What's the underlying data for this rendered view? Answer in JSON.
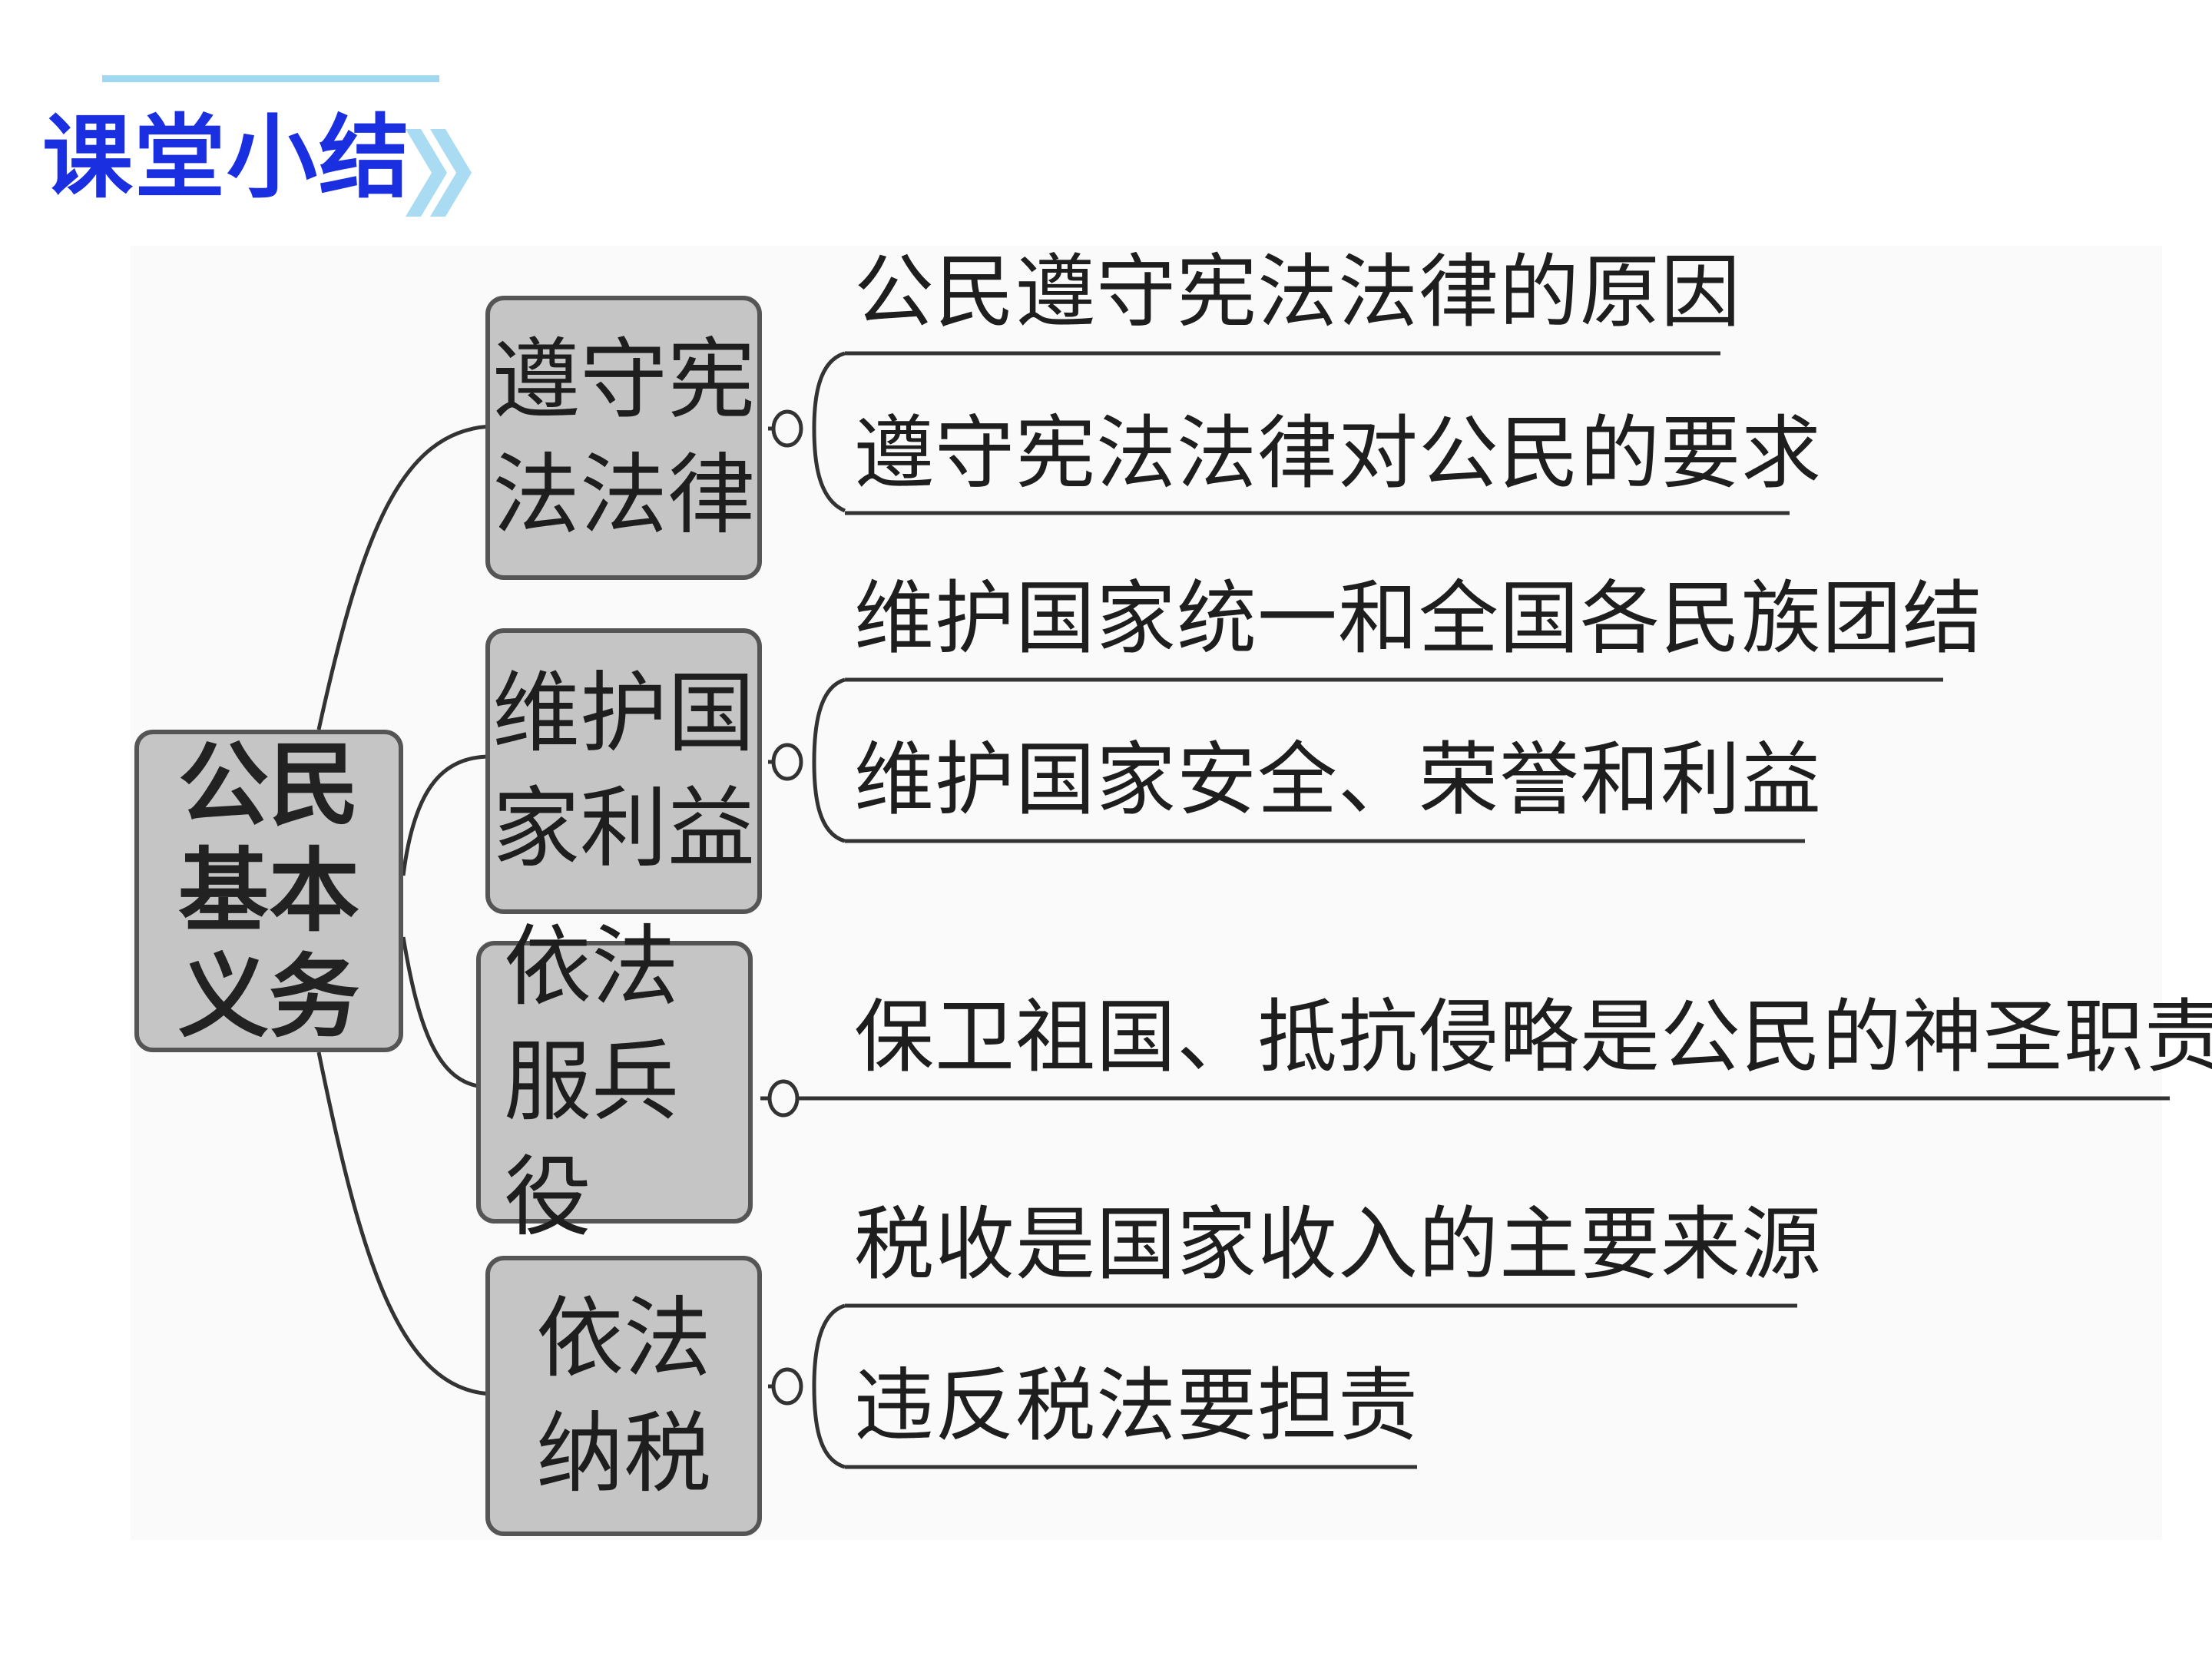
{
  "header": {
    "title": "课堂小结"
  },
  "diagram": {
    "root": {
      "label": "公民基本义务"
    },
    "branches": [
      {
        "label": "遵守宪法法律",
        "items": [
          "公民遵守宪法法律的原因",
          "遵守宪法法律对公民的要求"
        ]
      },
      {
        "label": "维护国家利益",
        "items": [
          "维护国家统一和全国各民族团结",
          "维护国家安全、荣誉和利益"
        ]
      },
      {
        "label": "依法服兵役",
        "items": [
          "保卫祖国、抵抗侵略是公民的神圣职责"
        ]
      },
      {
        "label": "依法纳税",
        "items": [
          "税收是国家收入的主要来源",
          "违反税法要担责"
        ]
      }
    ]
  },
  "colors": {
    "title": "#1a2fe0",
    "accent": "#9fd8f0",
    "box_fill": "#c5c5c5",
    "box_border": "#555555",
    "line": "#333333"
  }
}
